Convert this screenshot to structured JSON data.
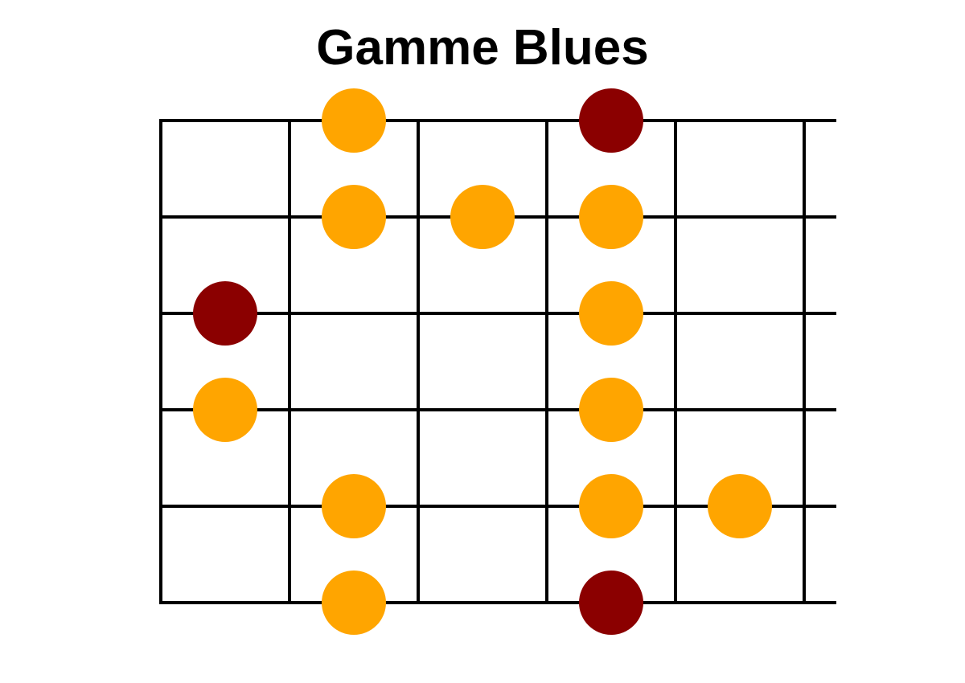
{
  "title": "Gamme Blues",
  "colors": {
    "background": "#ffffff",
    "grid": "#000000",
    "note": "#FFA500",
    "root": "#8B0000"
  },
  "fretboard": {
    "strings": 6,
    "frets": 5,
    "notes": [
      {
        "string": 1,
        "fret": 2,
        "type": "note"
      },
      {
        "string": 1,
        "fret": 4,
        "type": "root"
      },
      {
        "string": 2,
        "fret": 2,
        "type": "note"
      },
      {
        "string": 2,
        "fret": 3,
        "type": "note"
      },
      {
        "string": 2,
        "fret": 4,
        "type": "note"
      },
      {
        "string": 3,
        "fret": 1,
        "type": "root"
      },
      {
        "string": 3,
        "fret": 4,
        "type": "note"
      },
      {
        "string": 4,
        "fret": 1,
        "type": "note"
      },
      {
        "string": 4,
        "fret": 4,
        "type": "note"
      },
      {
        "string": 5,
        "fret": 2,
        "type": "note"
      },
      {
        "string": 5,
        "fret": 4,
        "type": "note"
      },
      {
        "string": 5,
        "fret": 5,
        "type": "note"
      },
      {
        "string": 6,
        "fret": 2,
        "type": "note"
      },
      {
        "string": 6,
        "fret": 4,
        "type": "root"
      }
    ]
  }
}
